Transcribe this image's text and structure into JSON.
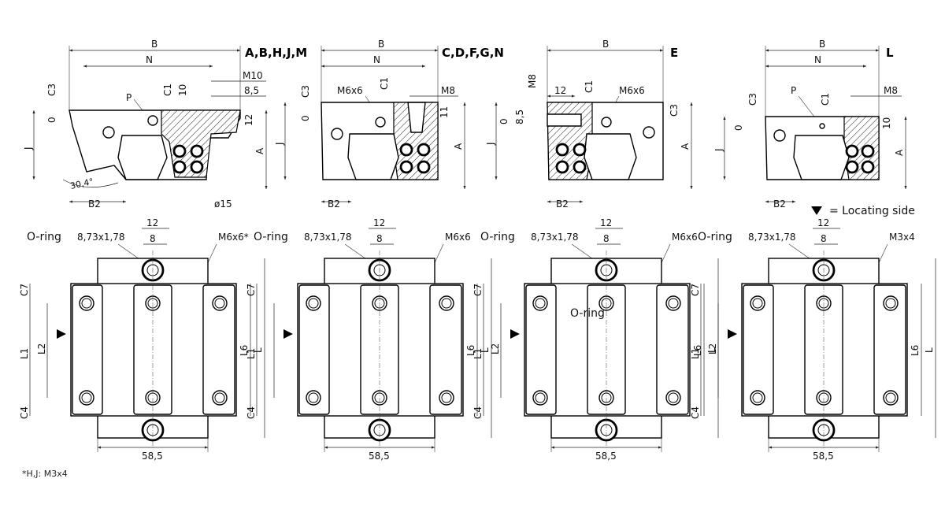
{
  "variants": [
    {
      "title": "A,B,H,J,M",
      "dim_B": "B",
      "dim_N": "N",
      "dim_P": "P",
      "dim_C3": "C3",
      "dim_C1": "C1",
      "dim_10": "10",
      "dim_M10": "M10",
      "dim_85": "8,5",
      "dim_12": "12",
      "dim_0": "0",
      "dim_J": "J",
      "dim_A": "A",
      "dim_B2": "B2",
      "dim_15": "ø15",
      "dim_angle": "30,4°"
    },
    {
      "title": "C,D,F,G,N",
      "dim_B": "B",
      "dim_N": "N",
      "dim_M6": "M6x6",
      "dim_C3": "C3",
      "dim_C1": "C1",
      "dim_M8": "M8",
      "dim_11": "11",
      "dim_0": "0",
      "dim_J": "J",
      "dim_A": "A",
      "dim_B2": "B2"
    },
    {
      "title": "E",
      "dim_B": "B",
      "dim_M8": "M8",
      "dim_12": "12",
      "dim_M6": "M6x6",
      "dim_C1": "C1",
      "dim_C3": "C3",
      "dim_0": "0",
      "dim_85": "8,5",
      "dim_J": "J",
      "dim_A": "A",
      "dim_B2": "B2"
    },
    {
      "title": "L",
      "dim_B": "B",
      "dim_N": "N",
      "dim_P": "P",
      "dim_C3": "C3",
      "dim_C1": "C1",
      "dim_M8": "M8",
      "dim_10": "10",
      "dim_0": "0",
      "dim_J": "J",
      "dim_A": "A",
      "dim_B2": "B2"
    }
  ],
  "locating_side": "= Locating side",
  "plans": [
    {
      "oring": "O-ring",
      "oring_size": "8,73x1,78",
      "dim_12": "12",
      "dim_8": "8",
      "thread": "M6x6*",
      "width": "58,5",
      "C7": "C7",
      "C4": "C4",
      "L1": "L1",
      "L2": "L2",
      "L6": "L6",
      "L": "L"
    },
    {
      "oring": "O-ring",
      "oring_size": "8,73x1,78",
      "dim_12": "12",
      "dim_8": "8",
      "thread": "M6x6",
      "width": "58,5",
      "C7": "C7",
      "C4": "C4",
      "L1": "L1",
      "L6": "L6",
      "L": "L"
    },
    {
      "oring": "O-ring",
      "oring_size": "8,73x1,78",
      "dim_12": "12",
      "dim_8": "8",
      "thread": "M6x6",
      "width": "58,5",
      "C7": "C7",
      "C4": "C4",
      "L1": "L1",
      "L2": "L2",
      "L6": "L6",
      "L": "L",
      "inner_label": "O-ring"
    },
    {
      "oring": "O-ring",
      "oring_size": "8,73x1,78",
      "dim_12": "12",
      "dim_8": "8",
      "thread": "M3x4",
      "width": "58,5",
      "C7": "C7",
      "C4": "C4",
      "L1": "L1",
      "L2": "L2",
      "L6": "L6",
      "L": "L"
    }
  ],
  "footnote": "*H,J: M3x4"
}
